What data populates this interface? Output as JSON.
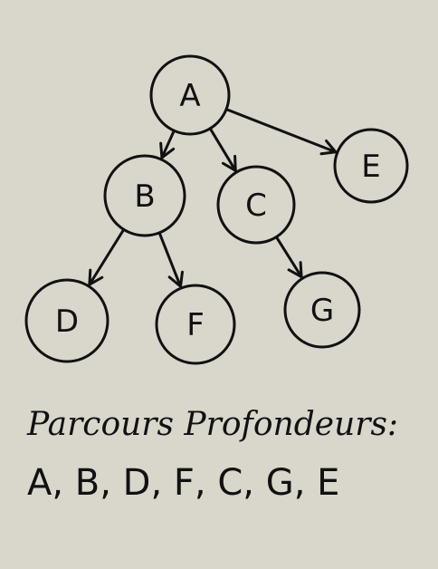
{
  "diagram": {
    "nodes": [
      {
        "id": "A",
        "label": "A"
      },
      {
        "id": "B",
        "label": "B"
      },
      {
        "id": "C",
        "label": "C"
      },
      {
        "id": "D",
        "label": "D"
      },
      {
        "id": "E",
        "label": "E"
      },
      {
        "id": "F",
        "label": "F"
      },
      {
        "id": "G",
        "label": "G"
      }
    ],
    "edges": [
      {
        "from": "A",
        "to": "B"
      },
      {
        "from": "A",
        "to": "C"
      },
      {
        "from": "A",
        "to": "E"
      },
      {
        "from": "B",
        "to": "D"
      },
      {
        "from": "B",
        "to": "F"
      },
      {
        "from": "C",
        "to": "G"
      }
    ]
  },
  "caption": {
    "title": "Parcours Profondeurs:",
    "order": "A, B, D, F, C, G, E"
  }
}
